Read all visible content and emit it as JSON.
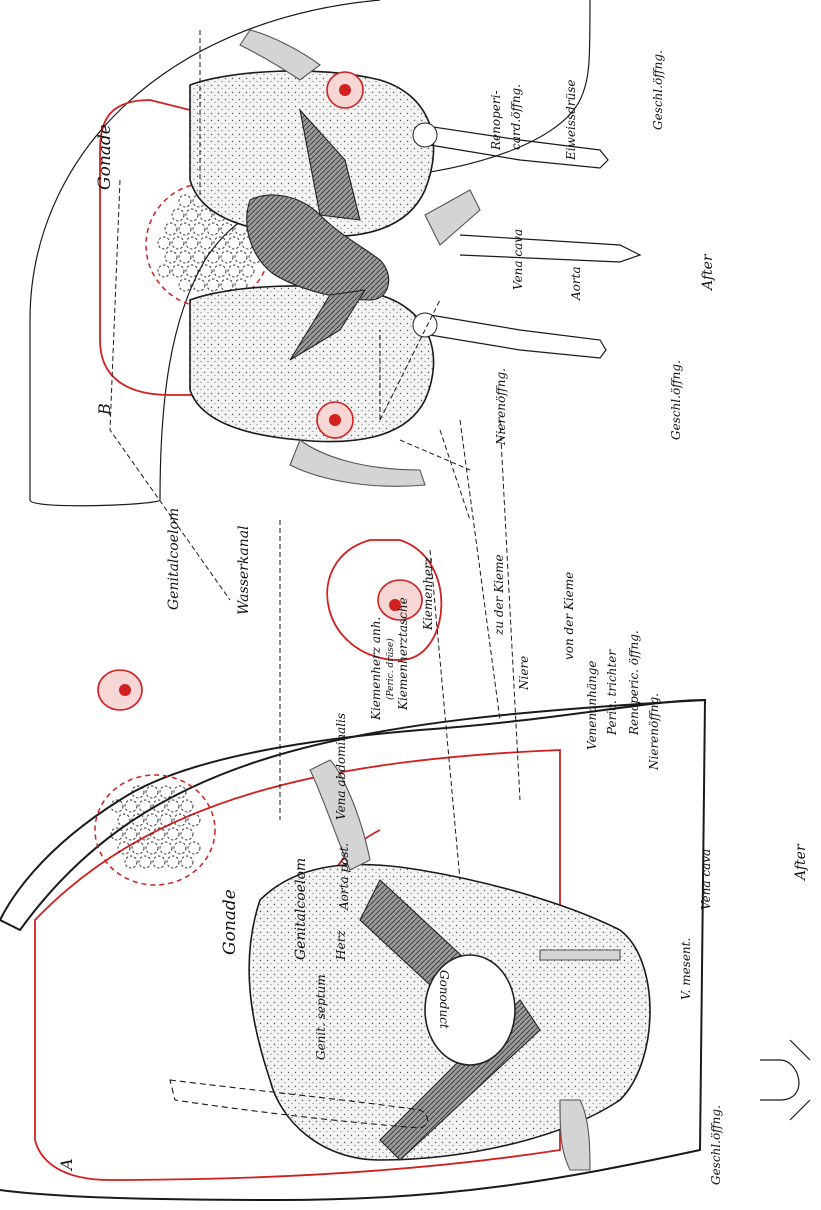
{
  "figure_labels": {
    "a": "A",
    "b": "B"
  },
  "labels": {
    "gonade_top": "Gonade",
    "genitalcoelom_top": "Genitalcoelom",
    "wasserkanal": "Wasserkanal",
    "kiemenherz_anh": "Kiemenherz anh.",
    "kiemenherz_anh_sub": "(Peric. drüse)",
    "kiemenherztasche": "Kiemenherztasche",
    "kiemenherz": "Kiemenherz",
    "zu_der_kieme": "zu der Kieme",
    "von_der_kieme": "von der Kieme",
    "renopericard_oeffng": "Renoperi-",
    "renopericard_oeffng2": "card.öffng.",
    "eiweissdruese": "Eiweissdrüse",
    "geschl_oeffng_top_right": "Geschl.öffng.",
    "after_top": "After",
    "aorta_top": "Aorta",
    "vena_cava_top": "Vena cava",
    "nierenoeffng_top": "Nierenöffng.",
    "geschl_oeffng_top_mid": "Geschl.öffng.",
    "vena_abdominalis": "Vena abdominalis",
    "genitalcoelom_bottom": "Genitalcoelom",
    "gonade_bottom": "Gonade",
    "genit_septum": "Genit. septum",
    "herz": "Herz",
    "aorta_post": "Aorta post.",
    "gonoduct": "Gonoduct",
    "niere": "Niere",
    "venenanhaenge": "Venenanhänge",
    "peric_trichter": "Peric. trichter",
    "renoperic_oeffng": "Renoperic. öffng.",
    "nierenoeffng_bottom": "Nierenöffng.",
    "vena_cava_bottom": "Vena cava",
    "v_mesent": "V. mesent.",
    "geschl_oeffng_bottom": "Geschl.öffng.",
    "after_bottom": "After"
  },
  "colors": {
    "ink": "#1a1a1a",
    "red": "#d21f1f",
    "grey": "#d4d4d4"
  }
}
